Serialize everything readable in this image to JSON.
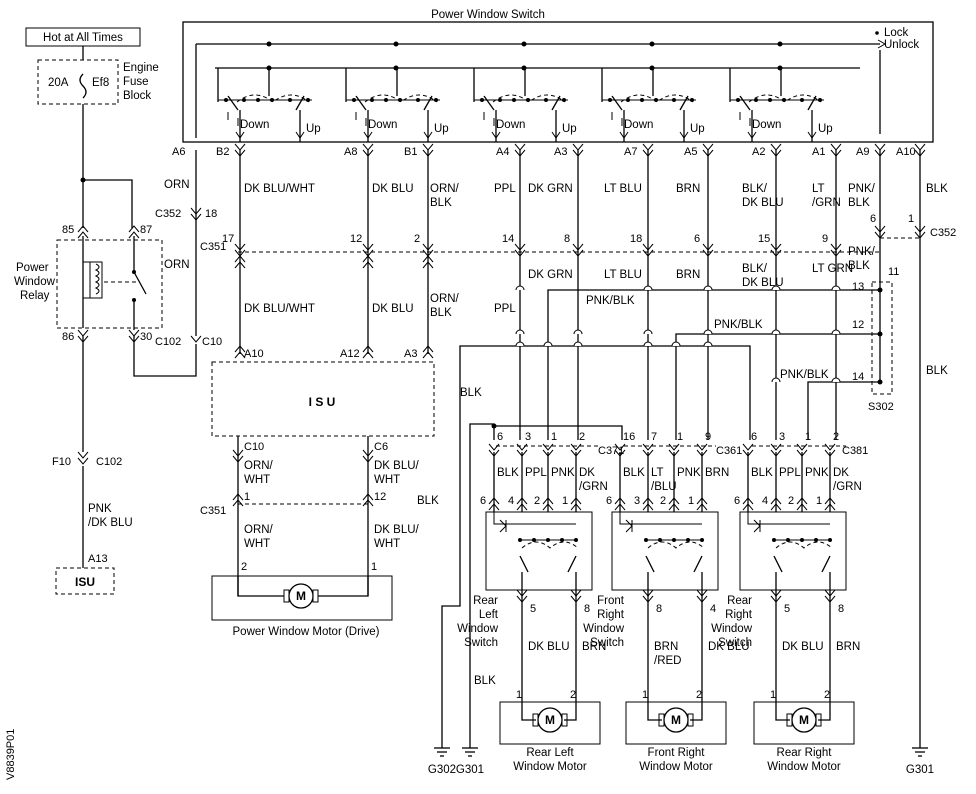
{
  "switch_title": "Power Window Switch",
  "hot_box": "Hot at All Times",
  "fuse": {
    "rating": "20A",
    "name": "Ef8",
    "block1": "Engine",
    "block2": "Fuse",
    "block3": "Block"
  },
  "lock": "Lock",
  "unlock": "Unlock",
  "relay": {
    "l1": "Power",
    "l2": "Window",
    "l3": "Relay",
    "p85": "85",
    "p87": "87",
    "p86": "86",
    "p30": "30"
  },
  "switch_pins": [
    {
      "pin": "A6",
      "color": "ORN"
    },
    {
      "pin": "B2",
      "color": "DK BLU/WHT"
    },
    {
      "pin": "A8",
      "color": "DK BLU"
    },
    {
      "pin": "B1",
      "color": "ORN/ BLK"
    },
    {
      "pin": "A4",
      "color": "PPL"
    },
    {
      "pin": "A3",
      "color": "DK GRN"
    },
    {
      "pin": "A7",
      "color": "LT BLU"
    },
    {
      "pin": "A5",
      "color": "BRN"
    },
    {
      "pin": "A2",
      "color": "BLK/ DK BLU"
    },
    {
      "pin": "A1",
      "color": "LT GRN"
    },
    {
      "pin": "A9",
      "color": "PNK/ BLK"
    },
    {
      "pin": "A10",
      "color": "BLK"
    }
  ],
  "down": "Down",
  "up": "Up",
  "connectors": {
    "c352": "C352",
    "c351": "C351",
    "c102": "C102",
    "c10": "C10",
    "c371": "C371",
    "c361": "C361",
    "c381": "C381",
    "s302": "S302",
    "f10": "F10",
    "a13": "A13",
    "a10": "A10",
    "a12": "A12",
    "a3": "A3",
    "c6": "C6"
  },
  "c351_pins": [
    "17",
    "12",
    "2",
    "14",
    "8",
    "18",
    "6",
    "15",
    "9"
  ],
  "pin18": "18",
  "pin6": "6",
  "pin1": "1",
  "pin11": "11",
  "isu": "I S U",
  "isu_small": "ISU",
  "pnk_dkblu": "PNK /DK BLU",
  "orn_wht": "ORN/ WHT",
  "dkblu_wht": "DK BLU/ WHT",
  "pnk_blk": "PNK/BLK",
  "blk": "BLK",
  "motor_drive": "Power Window Motor (Drive)",
  "m": "M",
  "s302_pins": [
    "13",
    "12",
    "14"
  ],
  "rear_left": {
    "switch": "Rear Left Window Switch",
    "motor": "Rear Left Window Motor",
    "c_pins": [
      "6",
      "3",
      "1",
      "2"
    ],
    "c_cols": [
      "BLK",
      "PPL",
      "PNK",
      "DK GRN"
    ],
    "s_pins": [
      "6",
      "4",
      "2",
      "1"
    ],
    "out": [
      "5",
      "8"
    ],
    "out_cols": [
      "DK BLU",
      "BRN"
    ]
  },
  "front_right": {
    "switch": "Front Right Window Switch",
    "motor": "Front Right Window Motor",
    "c_pins": [
      "16",
      "7",
      "1",
      "9"
    ],
    "c_cols": [
      "BLK",
      "LT BLU",
      "PNK",
      "BRN"
    ],
    "s_pins": [
      "6",
      "3",
      "2",
      "1"
    ],
    "out": [
      "8",
      "4"
    ],
    "out_cols": [
      "BRN /RED",
      "DK BLU"
    ]
  },
  "rear_right": {
    "switch": "Rear Right Window Switch",
    "motor": "Rear Right Window Motor",
    "c_pins": [
      "6",
      "3",
      "1",
      "2"
    ],
    "c_cols": [
      "BLK",
      "PPL",
      "PNK",
      "DK GRN"
    ],
    "s_pins": [
      "6",
      "4",
      "2",
      "1"
    ],
    "out": [
      "5",
      "8"
    ],
    "out_cols": [
      "DK BLU",
      "BRN"
    ]
  },
  "grounds": [
    "G302",
    "G301",
    "G301"
  ],
  "code": "V8839P01"
}
